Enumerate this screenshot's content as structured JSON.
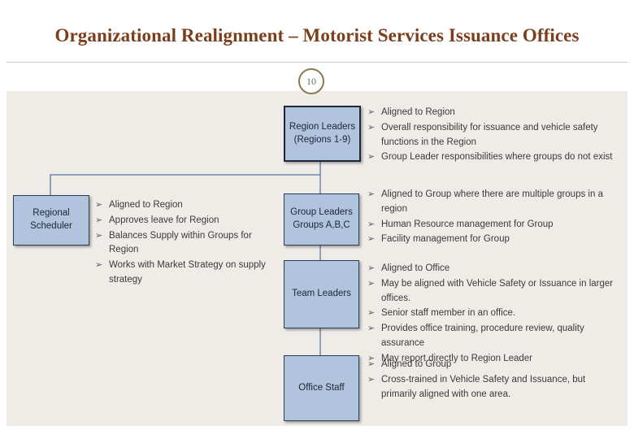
{
  "slide": {
    "title": "Organizational Realignment – Motorist Services Issuance Offices",
    "page_number": "10",
    "accent_color": "#7b3f1d",
    "box_fill": "#b0c4de",
    "panel_bg": "#efece8",
    "bullet_glyph": "➢"
  },
  "nodes": {
    "region_leaders": {
      "line1": "Region Leaders",
      "line2": "(Regions 1-9)"
    },
    "regional_scheduler": {
      "line1": "Regional Scheduler"
    },
    "group_leaders": {
      "line1": "Group Leaders",
      "line2": "Groups A,B,C"
    },
    "team_leaders": {
      "line1": "Team Leaders"
    },
    "office_staff": {
      "line1": "Office Staff"
    }
  },
  "bullet_groups": {
    "region_leaders": [
      "Aligned to Region",
      "Overall responsibility for issuance and vehicle safety functions in the Region",
      "Group Leader responsibilities where groups do not exist"
    ],
    "regional_scheduler": [
      "Aligned to Region",
      "Approves leave for Region",
      "Balances Supply within Groups for Region",
      "Works with Market Strategy on supply strategy"
    ],
    "group_leaders": [
      "Aligned to Group where there are multiple groups in a region",
      "Human Resource management for Group",
      "Facility management for Group"
    ],
    "team_leaders": [
      "Aligned to Office",
      "May be aligned with Vehicle Safety or Issuance in larger offices.",
      "Senior staff member in an office.",
      "Provides office training, procedure review, quality assurance",
      "May report directly to Region Leader"
    ],
    "office_staff": [
      "Aligned to Group",
      "Cross-trained in Vehicle Safety and Issuance, but primarily aligned with one area."
    ]
  }
}
